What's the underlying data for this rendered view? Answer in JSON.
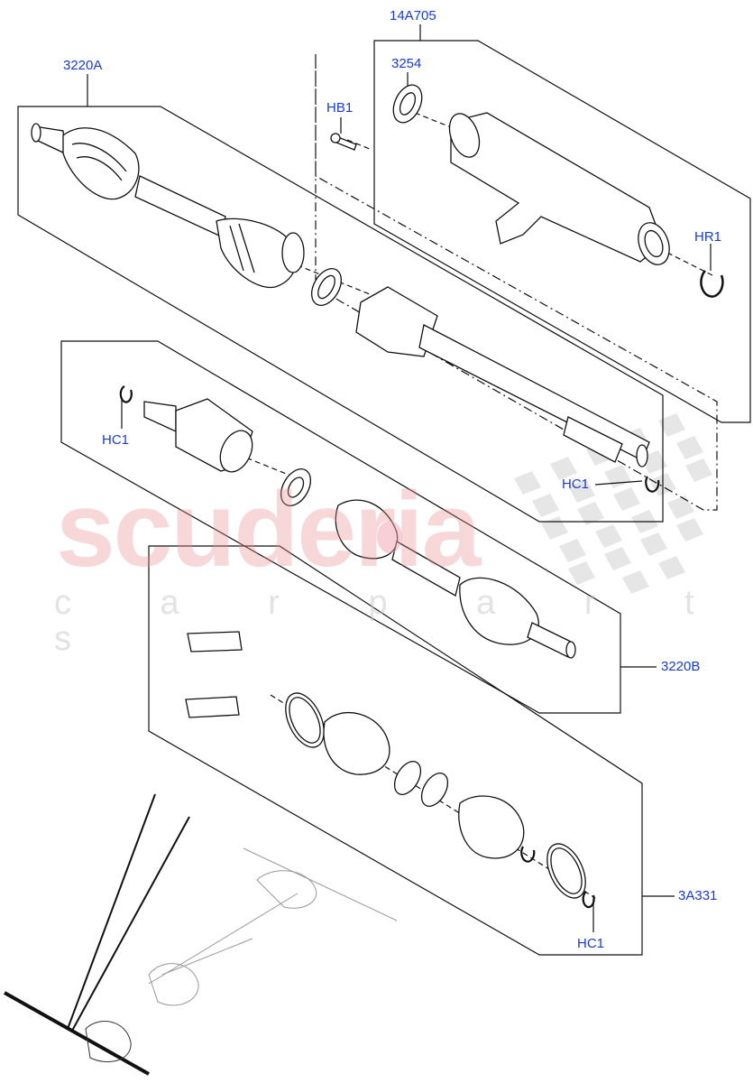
{
  "watermark": {
    "brand": "scuderia",
    "subtitle": "c a r p a r t s"
  },
  "callouts": {
    "c_3220A": "3220A",
    "c_14A705": "14A705",
    "c_3254": "3254",
    "c_HB1": "HB1",
    "c_HR1": "HR1",
    "c_HC1_top": "HC1",
    "c_HC1_left": "HC1",
    "c_3220B": "3220B",
    "c_3A331": "3A331",
    "c_HC1_bottom": "HC1"
  },
  "colors": {
    "callout_text": "#1a3bd6",
    "line": "#111111",
    "watermark_red": "#eb8c91",
    "watermark_grey": "#c8c8c8",
    "highlight_pink": "#f2a0b0"
  }
}
